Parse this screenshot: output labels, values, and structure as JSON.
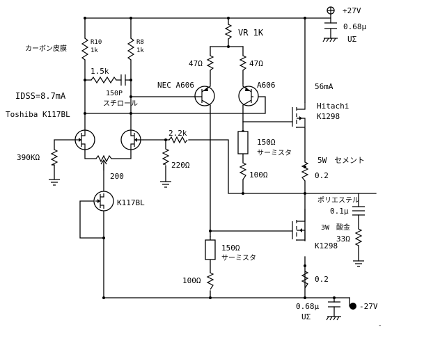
{
  "supply": {
    "pos": "+27V",
    "neg": "-27V"
  },
  "labels": {
    "carbon_film": "カーボン皮膜",
    "r10": "R10",
    "r10_val": "1k",
    "r8": "R8",
    "r8_val": "1k",
    "r_1k5": "1.5k",
    "cap_150p": "150P",
    "cap_150p_type": "スチロール",
    "idss": "IDSS=8.7mA",
    "toshiba": "Toshiba K117BL",
    "r_390k": "390KΩ",
    "vr_200": "200",
    "jfet_cs": "K117BL",
    "r_2k2": "2.2k",
    "r_220": "220Ω",
    "vr_1k": "VR 1K",
    "r47_left": "47Ω",
    "r47_right": "47Ω",
    "nec": "NEC A606",
    "a606": "A606",
    "current": "56mA",
    "hitachi": "Hitachi",
    "k1298_top": "K1298",
    "therm_top_val": "150Ω",
    "therm_top_type": "サーミスタ",
    "r100_top": "100Ω",
    "cement": "5W　セメント",
    "r02_top": "0.2",
    "polyester": "ポリエステル",
    "cap_01": "0.1μ",
    "oxide": "3W　酸金",
    "r33": "33Ω",
    "k1298_bot": "K1298",
    "therm_bot_val": "150Ω",
    "therm_bot_type": "サーミスタ",
    "r100_bot": "100Ω",
    "r02_bot": "0.2",
    "cap_top_val": "0.68μ",
    "cap_top_type": "UΣ",
    "cap_bot_val": "0.68μ",
    "cap_bot_type": "UΣ",
    "corner_mark": "-"
  }
}
